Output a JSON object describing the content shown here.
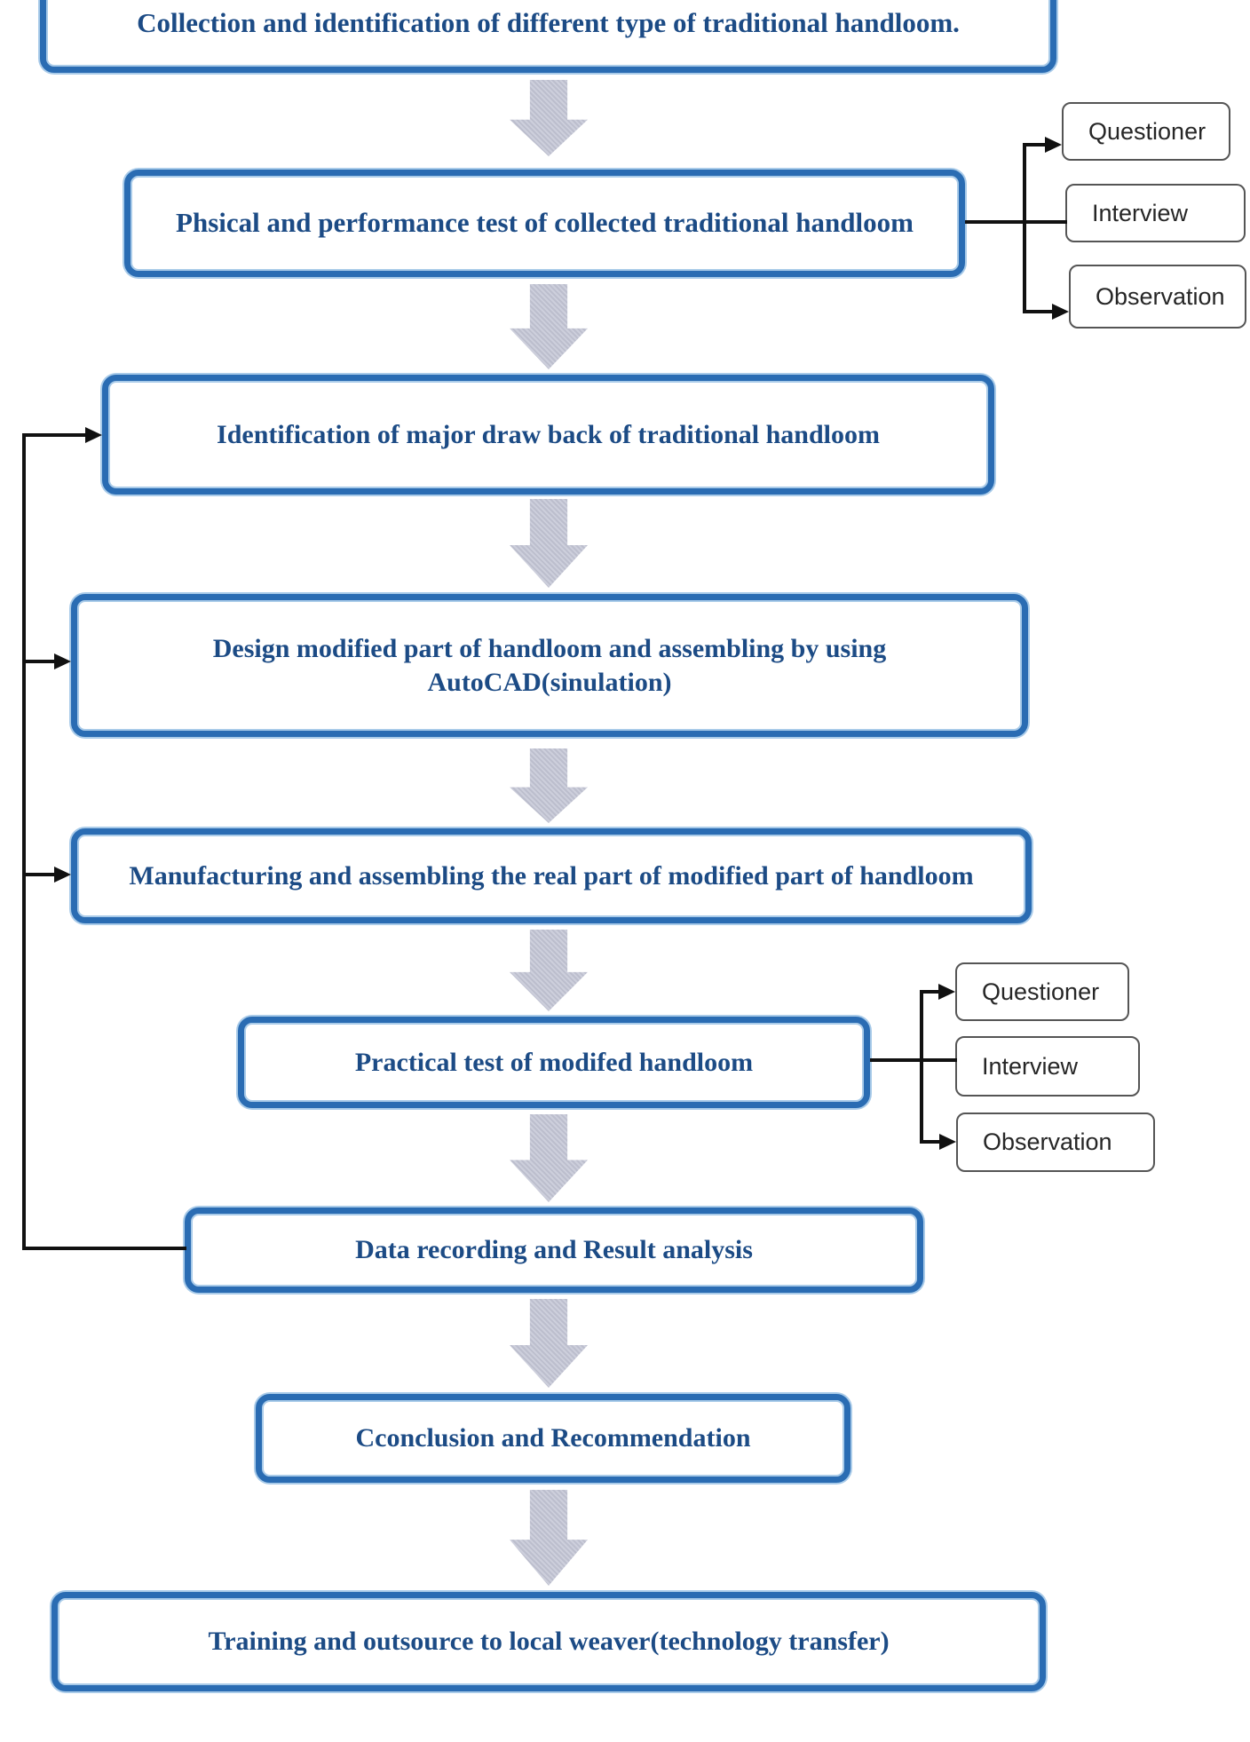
{
  "diagram": {
    "title": "Handloom modification methodology flowchart",
    "main_boxes": [
      {
        "text": "Collection and identification of different type of traditional handloom."
      },
      {
        "text": "Phsical and performance test of collected traditional  handloom"
      },
      {
        "text": "Identification of major draw back of traditional handloom"
      },
      {
        "lines": [
          "Design modified part of handloom and assembling by using",
          "AutoCAD(sinulation)"
        ]
      },
      {
        "text": "Manufacturing and assembling the real part of modified part of handloom"
      },
      {
        "text": "Practical test of modifed handloom"
      },
      {
        "text": "Data recording and  Result analysis"
      },
      {
        "text": "Cconclusion and Recommendation"
      },
      {
        "text": "Training and outsource to local weaver(technology transfer)"
      }
    ],
    "method_boxes_top": [
      "Questioner",
      "Interview",
      "Observation"
    ],
    "method_boxes_bottom": [
      "Questioner",
      "Interview",
      "Observation"
    ],
    "colors": {
      "box_border": "#2a6cb3",
      "box_border_halo": "#a9cbe9",
      "box_text": "#1c4b85",
      "method_border": "#555555",
      "method_text": "#262626",
      "block_arrow_fill": "#c5c7d4",
      "connector": "#111111",
      "background": "#ffffff"
    }
  }
}
